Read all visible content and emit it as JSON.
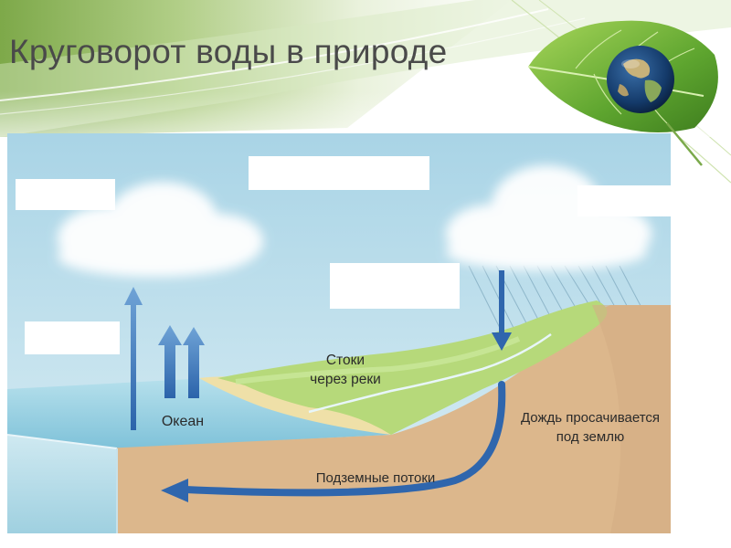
{
  "slide": {
    "title": "Круговорот воды в природе"
  },
  "diagram": {
    "labels": {
      "runoff_line1": "Стоки",
      "runoff_line2": "через реки",
      "ocean": "Океан",
      "percolation_line1": "Дождь просачивается",
      "percolation_line2": "под землю",
      "groundwater": "Подземные потоки"
    },
    "blank_answer_boxes": [
      "",
      "",
      "",
      "",
      ""
    ]
  },
  "colors": {
    "sky": "#bfe0ee",
    "ocean": "#a6d6e6",
    "soil": "#ddb98f",
    "grass": "#aed36a",
    "arrow": "#2f6bb2",
    "title": "#4a4a4a",
    "header_green": "#7fae3a"
  },
  "icons": [
    "leaf-icon",
    "globe-icon"
  ]
}
